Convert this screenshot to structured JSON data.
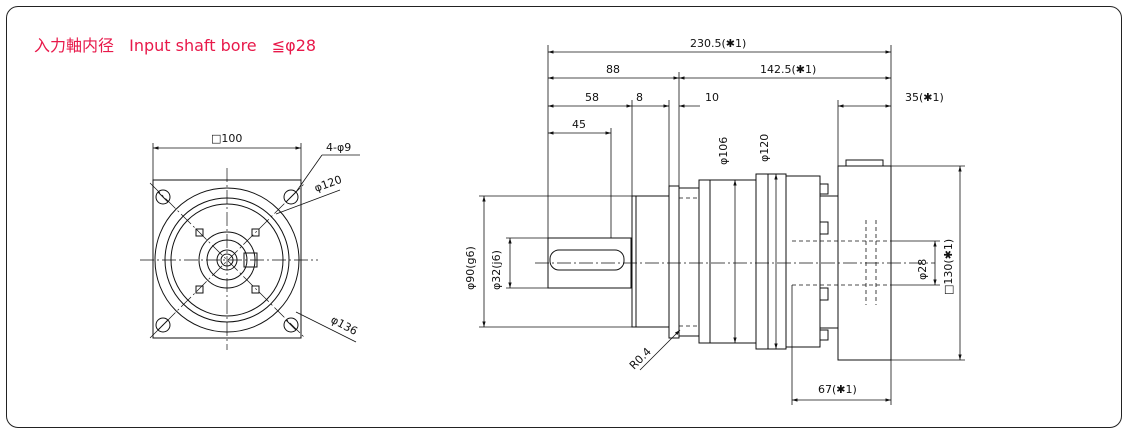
{
  "header": {
    "title_jp": "入力軸内径",
    "title_en": "Input shaft bore",
    "title_value": "≦φ28"
  },
  "front_view": {
    "square_label": "□100",
    "holes_label": "4-φ9",
    "pcd_label": "φ120",
    "outer_label": "φ136"
  },
  "side_view": {
    "overall_length": "230.5(✱1)",
    "len_88": "88",
    "len_142_5": "142.5(✱1)",
    "len_58": "58",
    "len_8": "8",
    "len_10": "10",
    "len_35": "35(✱1)",
    "len_45": "45",
    "dia_106": "φ106",
    "dia_120": "φ120",
    "dia_90": "φ90(g6)",
    "dia_32": "φ32(j6)",
    "dia_28": "φ28",
    "square_130": "□130(✱1)",
    "radius": "R0.4",
    "len_67": "67(✱1)"
  },
  "chart_data": {
    "type": "diagram"
  }
}
